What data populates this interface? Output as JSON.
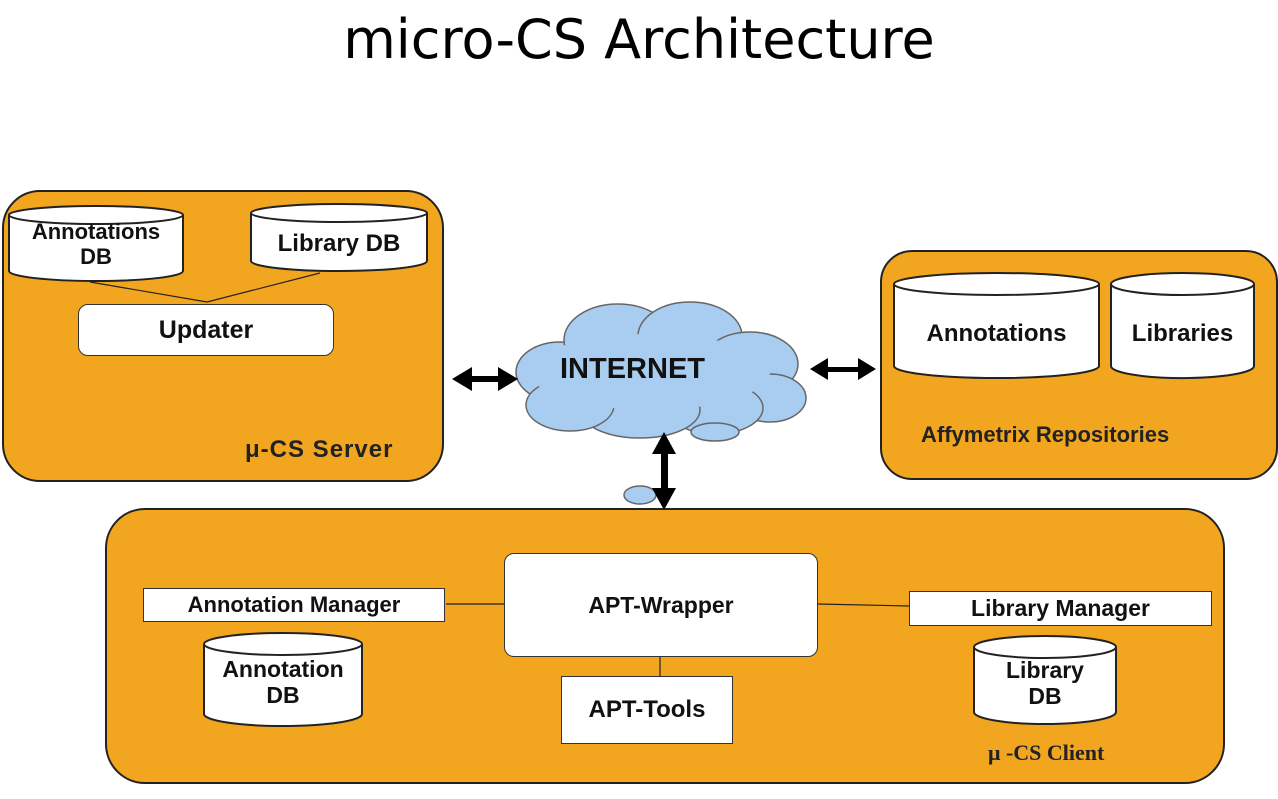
{
  "title": "micro-CS Architecture",
  "server": {
    "label": "μ-CS Server",
    "annotations_db": [
      "Annotations",
      "DB"
    ],
    "library_db": "Library  DB",
    "updater": "Updater"
  },
  "internet": "INTERNET",
  "repositories": {
    "label": "Affymetrix Repositories",
    "annotations": "Annotations",
    "libraries": "Libraries"
  },
  "client": {
    "label": "μ -CS Client",
    "annotation_manager": "Annotation Manager",
    "annotation_db": [
      "Annotation",
      "DB"
    ],
    "apt_wrapper": "APT-Wrapper",
    "apt_tools": "APT-Tools",
    "library_manager": "Library Manager",
    "library_db": [
      "Library",
      "DB"
    ]
  },
  "colors": {
    "panel": "#F2A51F",
    "cloud": "#A8CDF0"
  }
}
